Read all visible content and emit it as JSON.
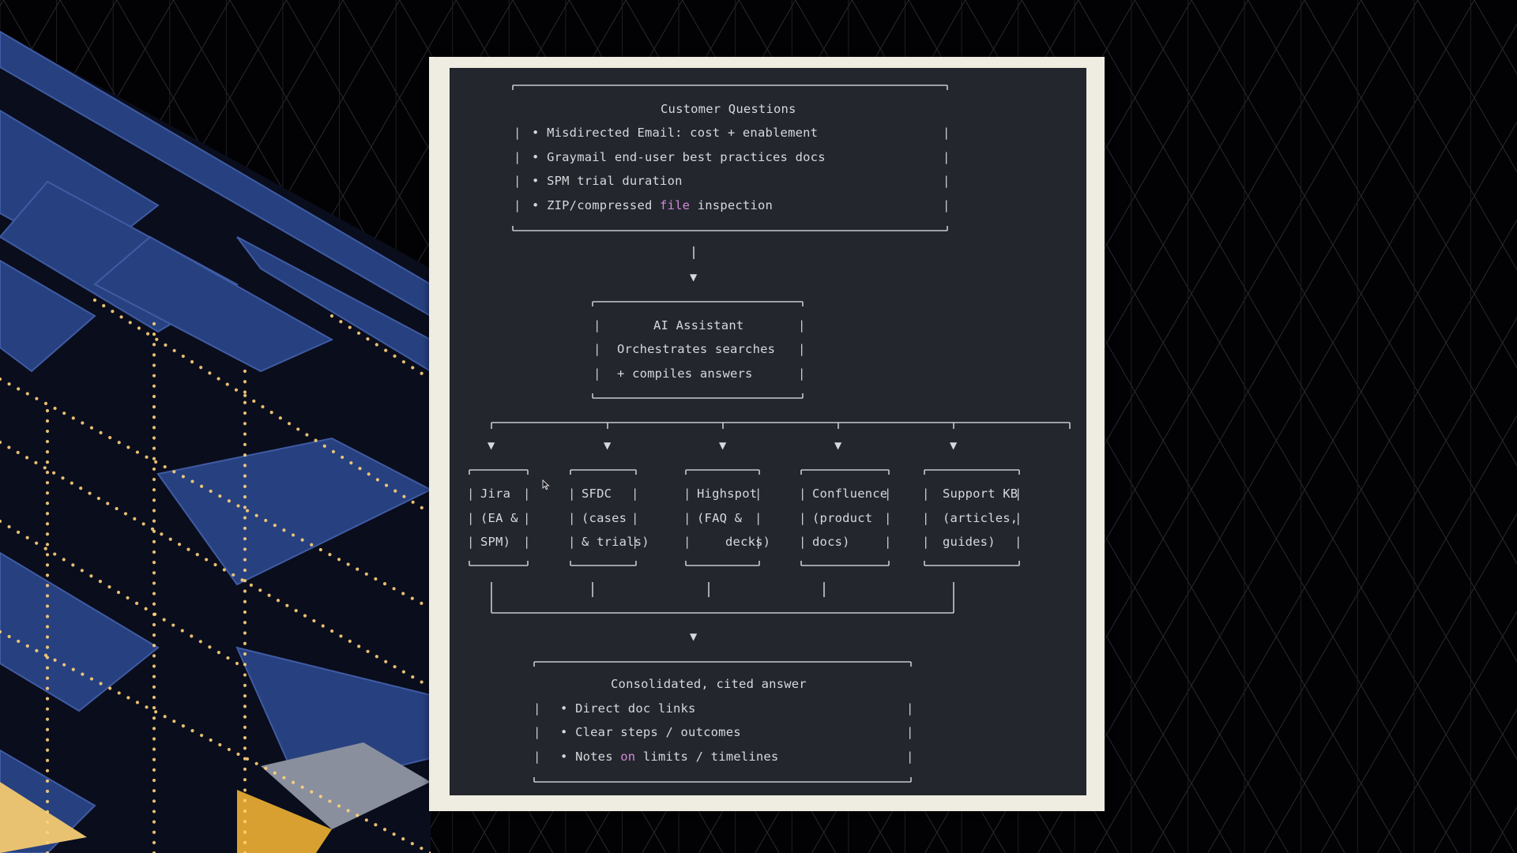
{
  "diagram": {
    "top_box": {
      "title": "Customer Questions",
      "items": [
        {
          "text": "• Misdirected Email: cost + enablement"
        },
        {
          "text": "• Graymail end-user best practices docs"
        },
        {
          "text": "• SPM trial duration"
        },
        {
          "pre": "• ZIP/compressed ",
          "kw": "file",
          "post": " inspection"
        }
      ]
    },
    "middle_box": {
      "lines": [
        "AI Assistant",
        "Orchestrates searches",
        "+ compiles answers"
      ]
    },
    "sources": [
      {
        "lines": [
          "Jira",
          "(EA &",
          "SPM)"
        ]
      },
      {
        "lines": [
          "SFDC",
          "(cases",
          "& trials)"
        ]
      },
      {
        "lines": [
          "Highspot",
          "(FAQ &",
          "decks)"
        ]
      },
      {
        "lines": [
          "Confluence",
          "(product",
          "docs)"
        ]
      },
      {
        "lines": [
          "Support KB",
          "(articles,",
          "guides)"
        ]
      }
    ],
    "bottom_box": {
      "title": "Consolidated, cited answer",
      "items": [
        {
          "text": "• Direct doc links"
        },
        {
          "text": "• Clear steps / outcomes"
        },
        {
          "pre": "• Notes ",
          "kw": "on",
          "post": " limits / timelines"
        }
      ]
    },
    "bar_glyph": "|",
    "arrow_glyph": "▼"
  },
  "colors": {
    "terminal_bg": "#24262e",
    "text": "#d6d8dc",
    "keyword": "#d08ad6",
    "frame": "#efece2",
    "tile_blue": "#27407f",
    "light_dot": "#ffd27a"
  }
}
